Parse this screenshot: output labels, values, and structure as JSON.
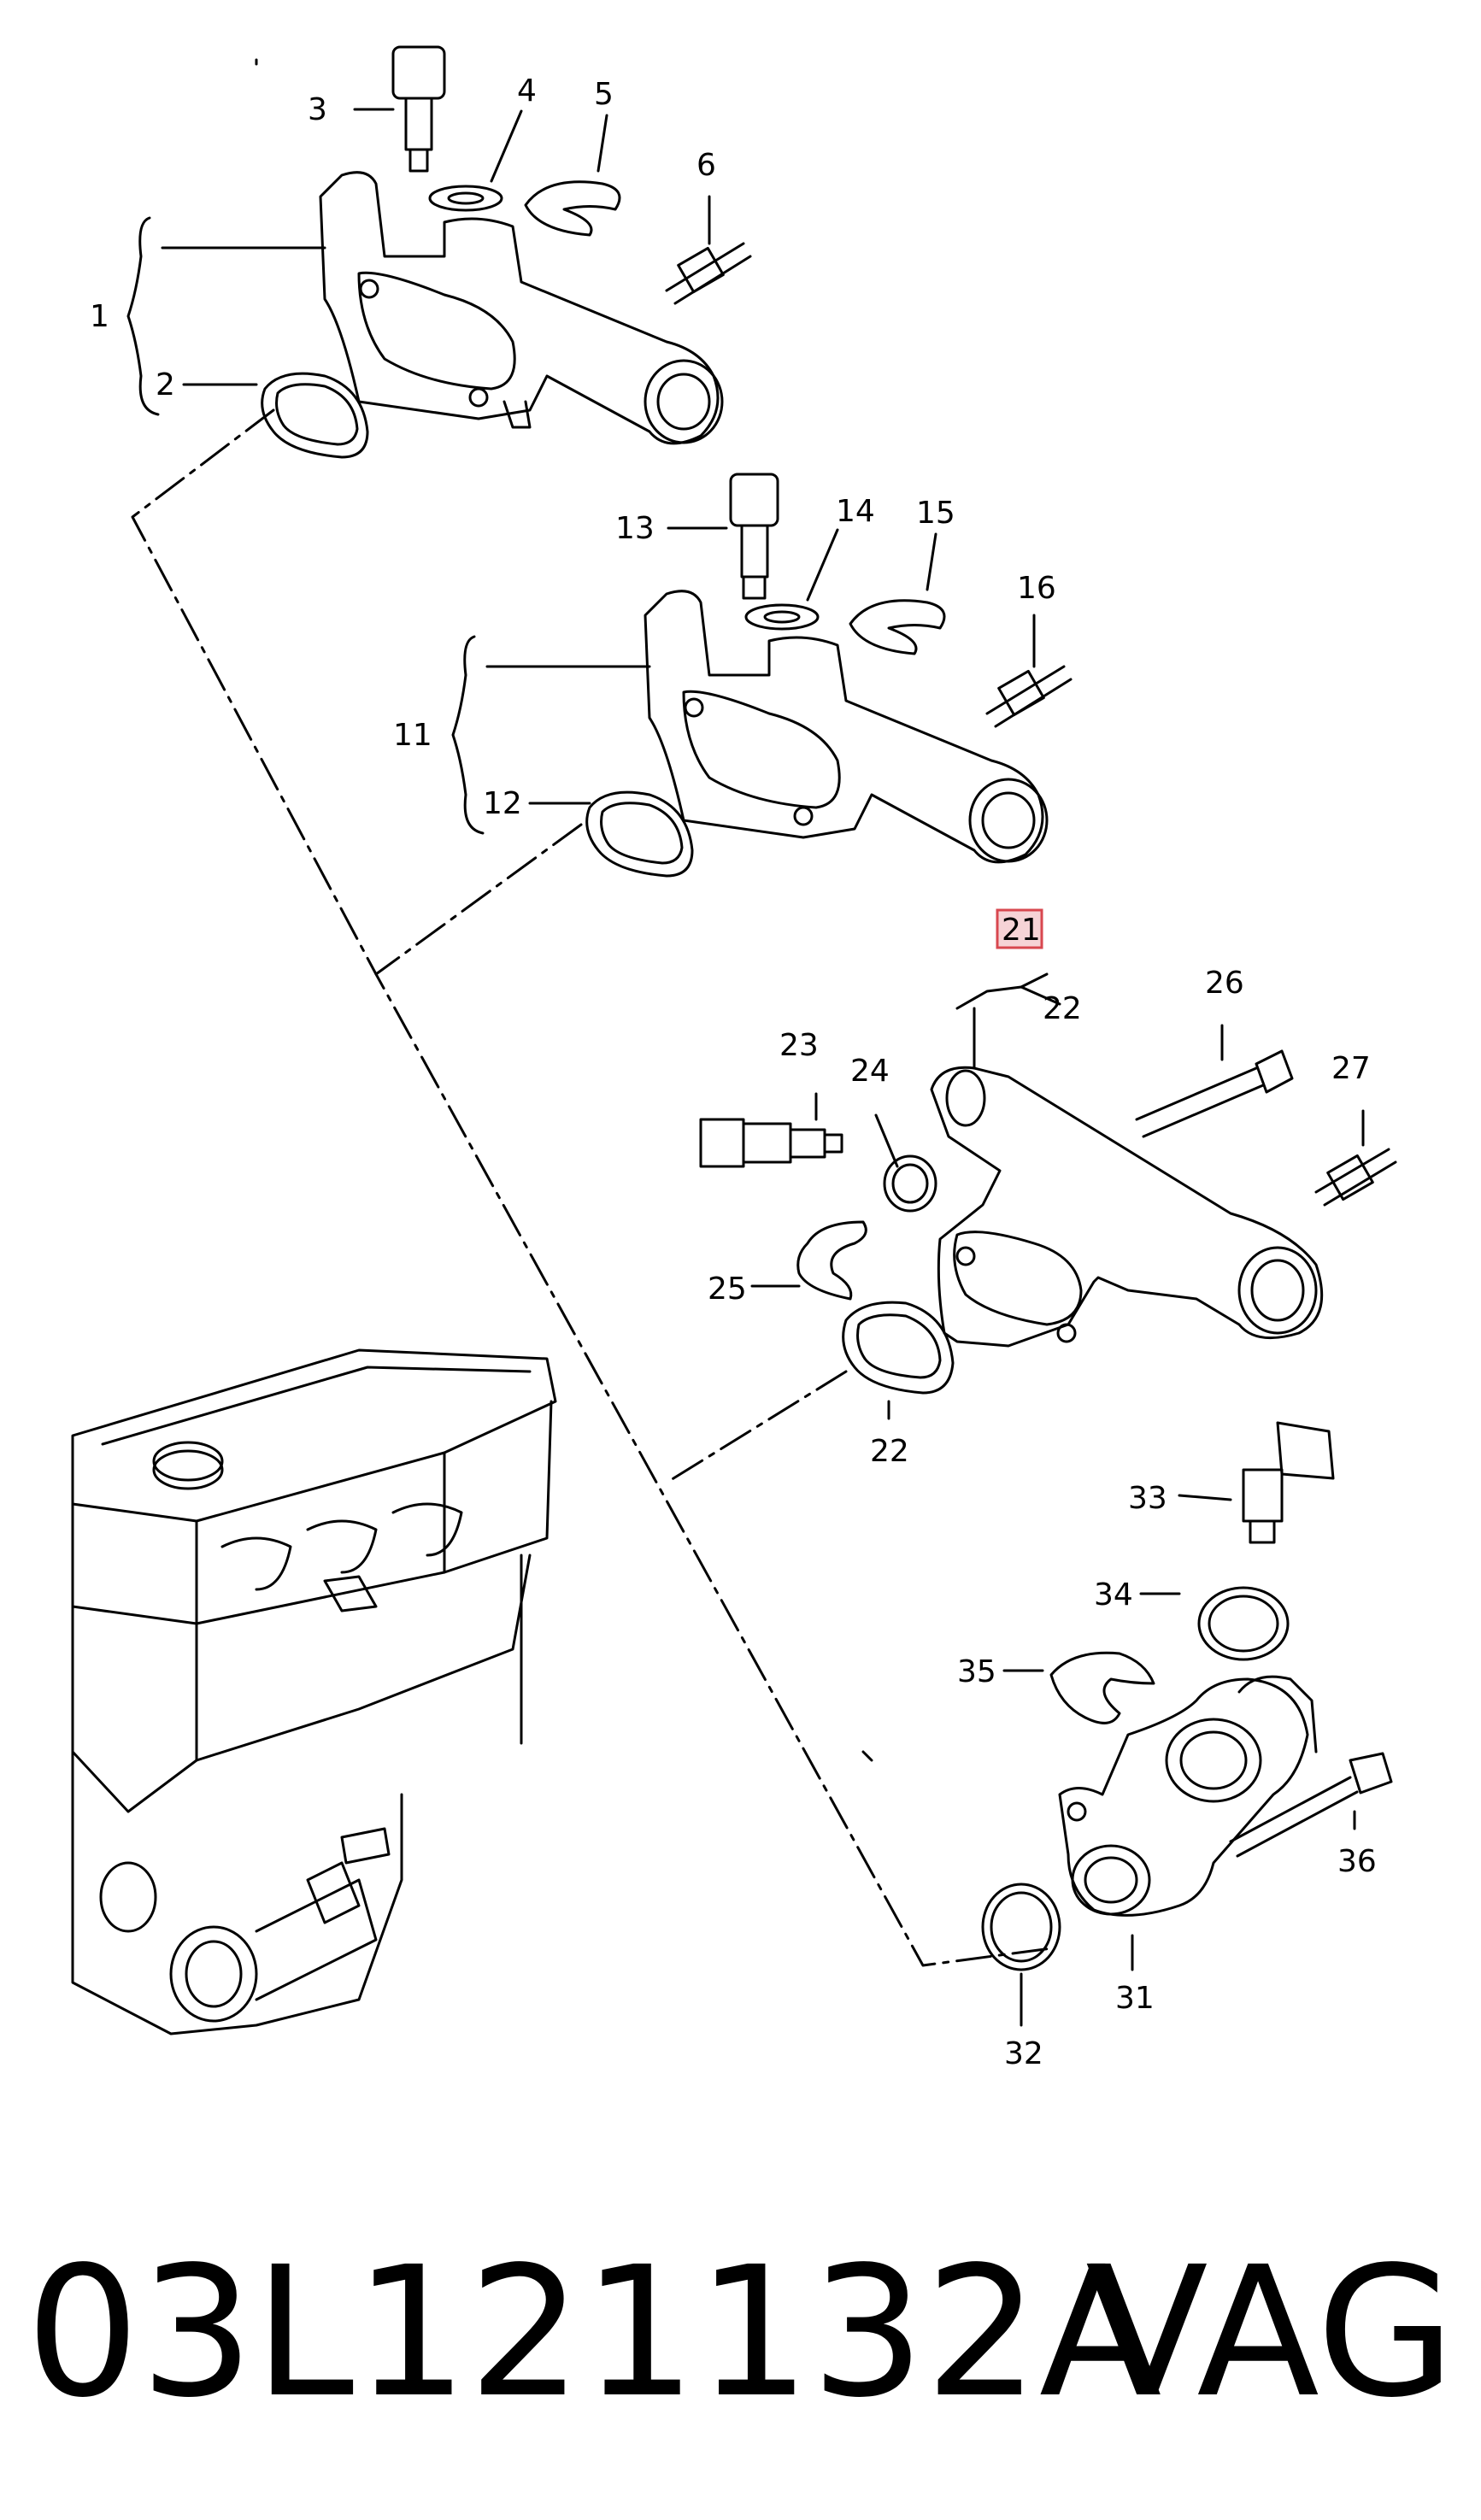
{
  "diagram": {
    "callouts": [
      "1",
      "2",
      "3",
      "4",
      "5",
      "6",
      "11",
      "12",
      "13",
      "14",
      "15",
      "16",
      "21",
      "22",
      "22",
      "23",
      "24",
      "25",
      "26",
      "27",
      "31",
      "32",
      "33",
      "34",
      "35",
      "36"
    ],
    "highlighted_callout": "21",
    "colors": {
      "line": "#000000",
      "highlight_fill": "#f6d3d6",
      "highlight_border": "#d8474f",
      "background": "#ffffff"
    }
  },
  "footer": {
    "part_number": "03L121132A",
    "brand": "VAG"
  }
}
